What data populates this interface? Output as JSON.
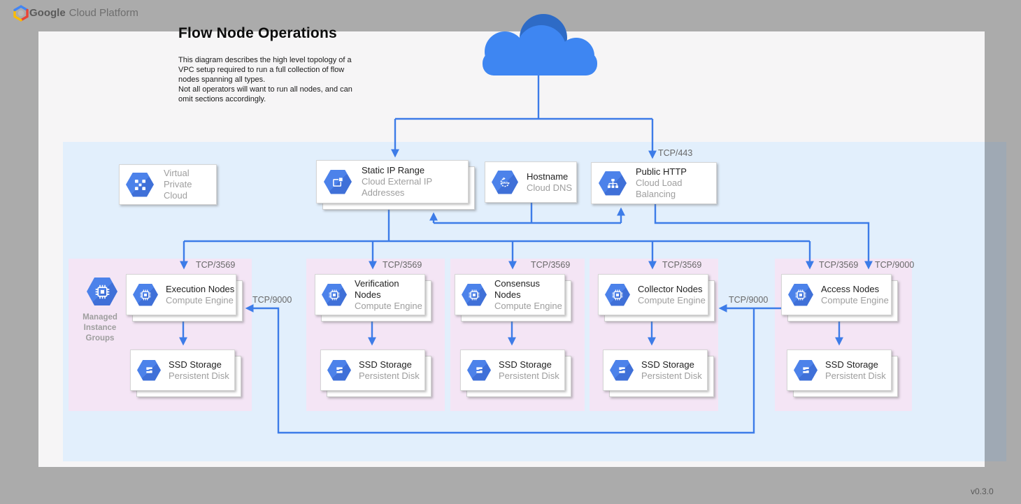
{
  "header": {
    "brand_bold": "Google",
    "brand_rest": "Cloud Platform"
  },
  "page": {
    "title": "Flow Node Operations",
    "description": "This diagram describes the high level topology of a\nVPC setup required to run a full collection of flow\nnodes spanning all types.\nNot all operators will want to run all nodes, and can\nomit sections accordingly.",
    "version": "v0.3.0"
  },
  "cards": {
    "vpc": {
      "line1": "Virtual",
      "line2": "Private Cloud"
    },
    "static_ip": {
      "title": "Static IP Range",
      "subtitle": "Cloud External IP Addresses"
    },
    "hostname": {
      "title": "Hostname",
      "subtitle": "Cloud DNS"
    },
    "public_http": {
      "title": "Public HTTP",
      "subtitle": "Cloud Load Balancing"
    }
  },
  "mig": {
    "label": "Managed\nInstance\nGroups"
  },
  "groups": [
    {
      "title": "Execution Nodes",
      "subtitle": "Compute Engine",
      "storage_title": "SSD Storage",
      "storage_subtitle": "Persistent Disk"
    },
    {
      "title": "Verification Nodes",
      "subtitle": "Compute Engine",
      "storage_title": "SSD Storage",
      "storage_subtitle": "Persistent Disk"
    },
    {
      "title": "Consensus Nodes",
      "subtitle": "Compute Engine",
      "storage_title": "SSD Storage",
      "storage_subtitle": "Persistent Disk"
    },
    {
      "title": "Collector Nodes",
      "subtitle": "Compute Engine",
      "storage_title": "SSD Storage",
      "storage_subtitle": "Persistent Disk"
    },
    {
      "title": "Access Nodes",
      "subtitle": "Compute Engine",
      "storage_title": "SSD Storage",
      "storage_subtitle": "Persistent Disk"
    }
  ],
  "ports": {
    "tcp443": "TCP/443",
    "tcp3569": "TCP/3569",
    "tcp9000": "TCP/9000"
  },
  "colors": {
    "wire_blue": "#3d7ce8",
    "icon_blue": "#4c82ea",
    "region_blue": "#e2effc",
    "group_pink": "#f4e5f5",
    "cloud_light": "#3e86f2",
    "cloud_dark": "#2e6bc6"
  }
}
